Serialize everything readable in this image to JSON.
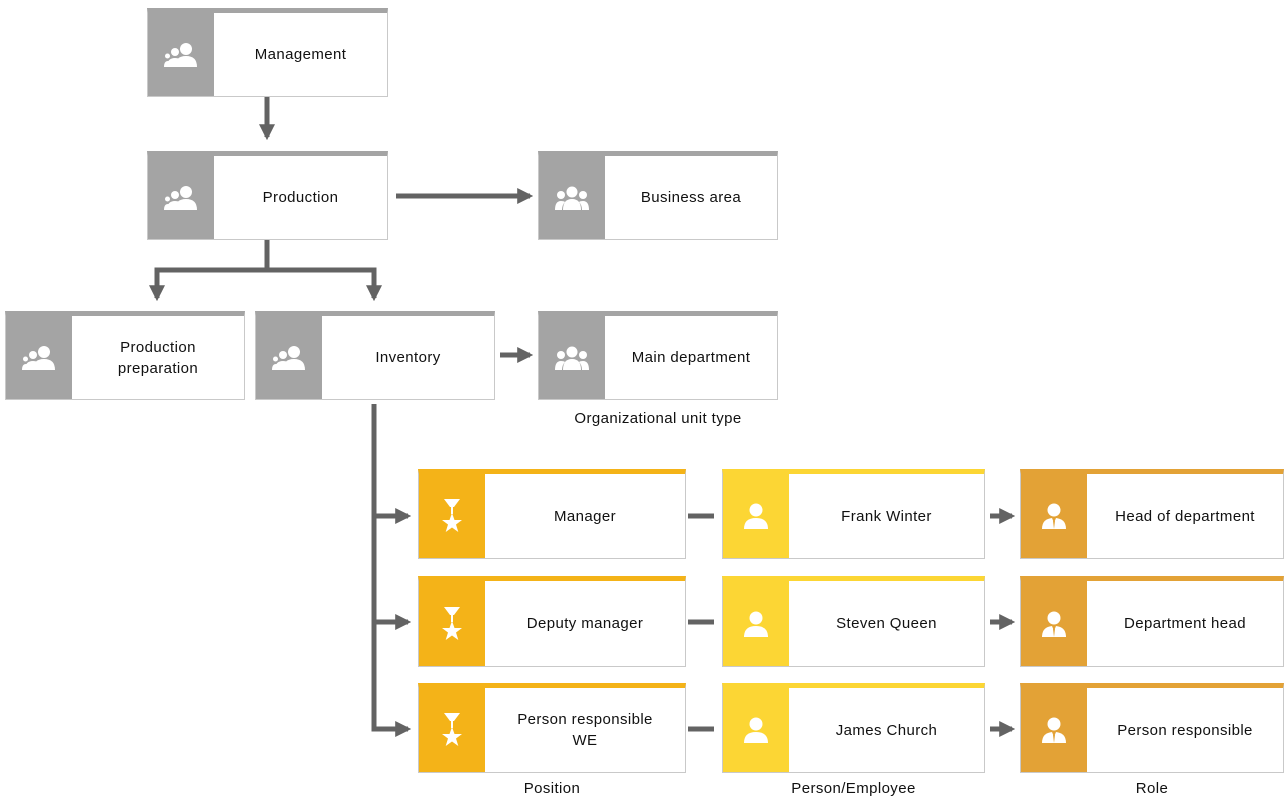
{
  "nodes": {
    "management": "Management",
    "production": "Production",
    "business_area": "Business area",
    "production_preparation": "Production\npreparation",
    "inventory": "Inventory",
    "main_department": "Main department",
    "manager": "Manager",
    "frank_winter": "Frank Winter",
    "head_of_department": "Head of department",
    "deputy_manager": "Deputy manager",
    "steven_queen": "Steven Queen",
    "department_head": "Department head",
    "person_responsible_we": "Person responsible\nWE",
    "james_church": "James Church",
    "person_responsible": "Person responsible"
  },
  "captions": {
    "org_unit_type": "Organizational unit type",
    "position": "Position",
    "person_employee": "Person/Employee",
    "role": "Role"
  },
  "colors": {
    "organizational_unit": "#a4a4a4",
    "position": "#f4b318",
    "person": "#fcd634",
    "role": "#e3a236",
    "connector": "#636363"
  },
  "icons": {
    "organizational_unit": "group-icon",
    "organizational_unit_type": "team-icon",
    "position": "position-star-icon",
    "person": "person-icon",
    "role": "role-person-icon"
  }
}
